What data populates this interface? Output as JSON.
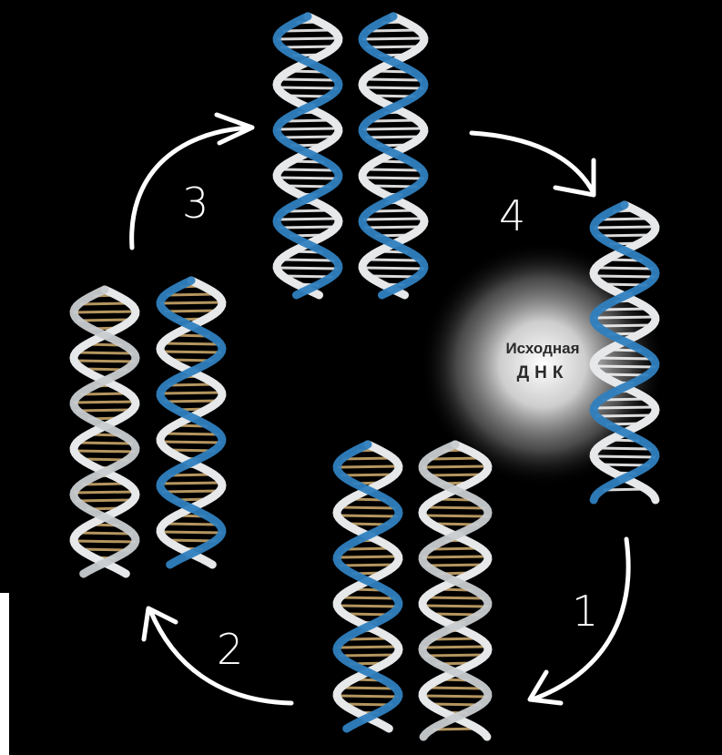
{
  "diagram": {
    "steps": [
      "1",
      "2",
      "3",
      "4"
    ],
    "center_label_line1": "Исходная",
    "center_label_line2": "ДНК"
  },
  "colors": {
    "background": "#000000",
    "strand_white": "#e6e8ea",
    "strand_blue": "#2f7fbf",
    "base_pair_white": "#f2f2f2",
    "base_pair_tan": "#c8a66a",
    "arrow": "#ffffff",
    "glow": "#ffffff"
  }
}
